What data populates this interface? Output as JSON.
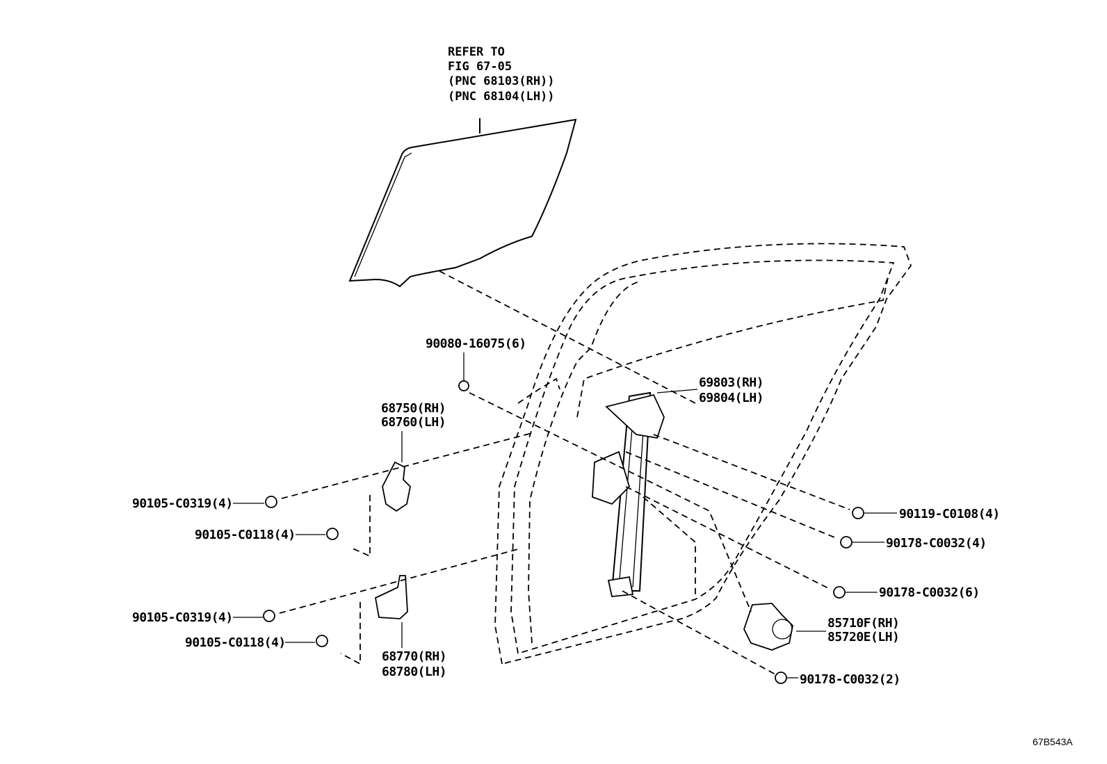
{
  "glass_reference": {
    "line1": "REFER TO",
    "line2": "FIG 67-05",
    "line3": "(PNC 68103(RH))",
    "line4": "(PNC 68104(LH))"
  },
  "callouts": {
    "screw_top": "90080-16075(6)",
    "upper_hinge_rh": "68750(RH)",
    "upper_hinge_lh": "68760(LH)",
    "regulator_rh": "69803(RH)",
    "regulator_lh": "69804(LH)",
    "upper_bolt_a": "90105-C0319(4)",
    "upper_bolt_b": "90105-C0118(4)",
    "lower_bolt_a": "90105-C0319(4)",
    "lower_bolt_b": "90105-C0118(4)",
    "lower_hinge_rh": "68770(RH)",
    "lower_hinge_lh": "68780(LH)",
    "bolt_right_1": "90119-C0108(4)",
    "nut_right_1": "90178-C0032(4)",
    "nut_right_2": "90178-C0032(6)",
    "motor_rh": "85710F(RH)",
    "motor_lh": "85720E(LH)",
    "nut_bottom": "90178-C0032(2)"
  },
  "figure_code": "67B543A"
}
